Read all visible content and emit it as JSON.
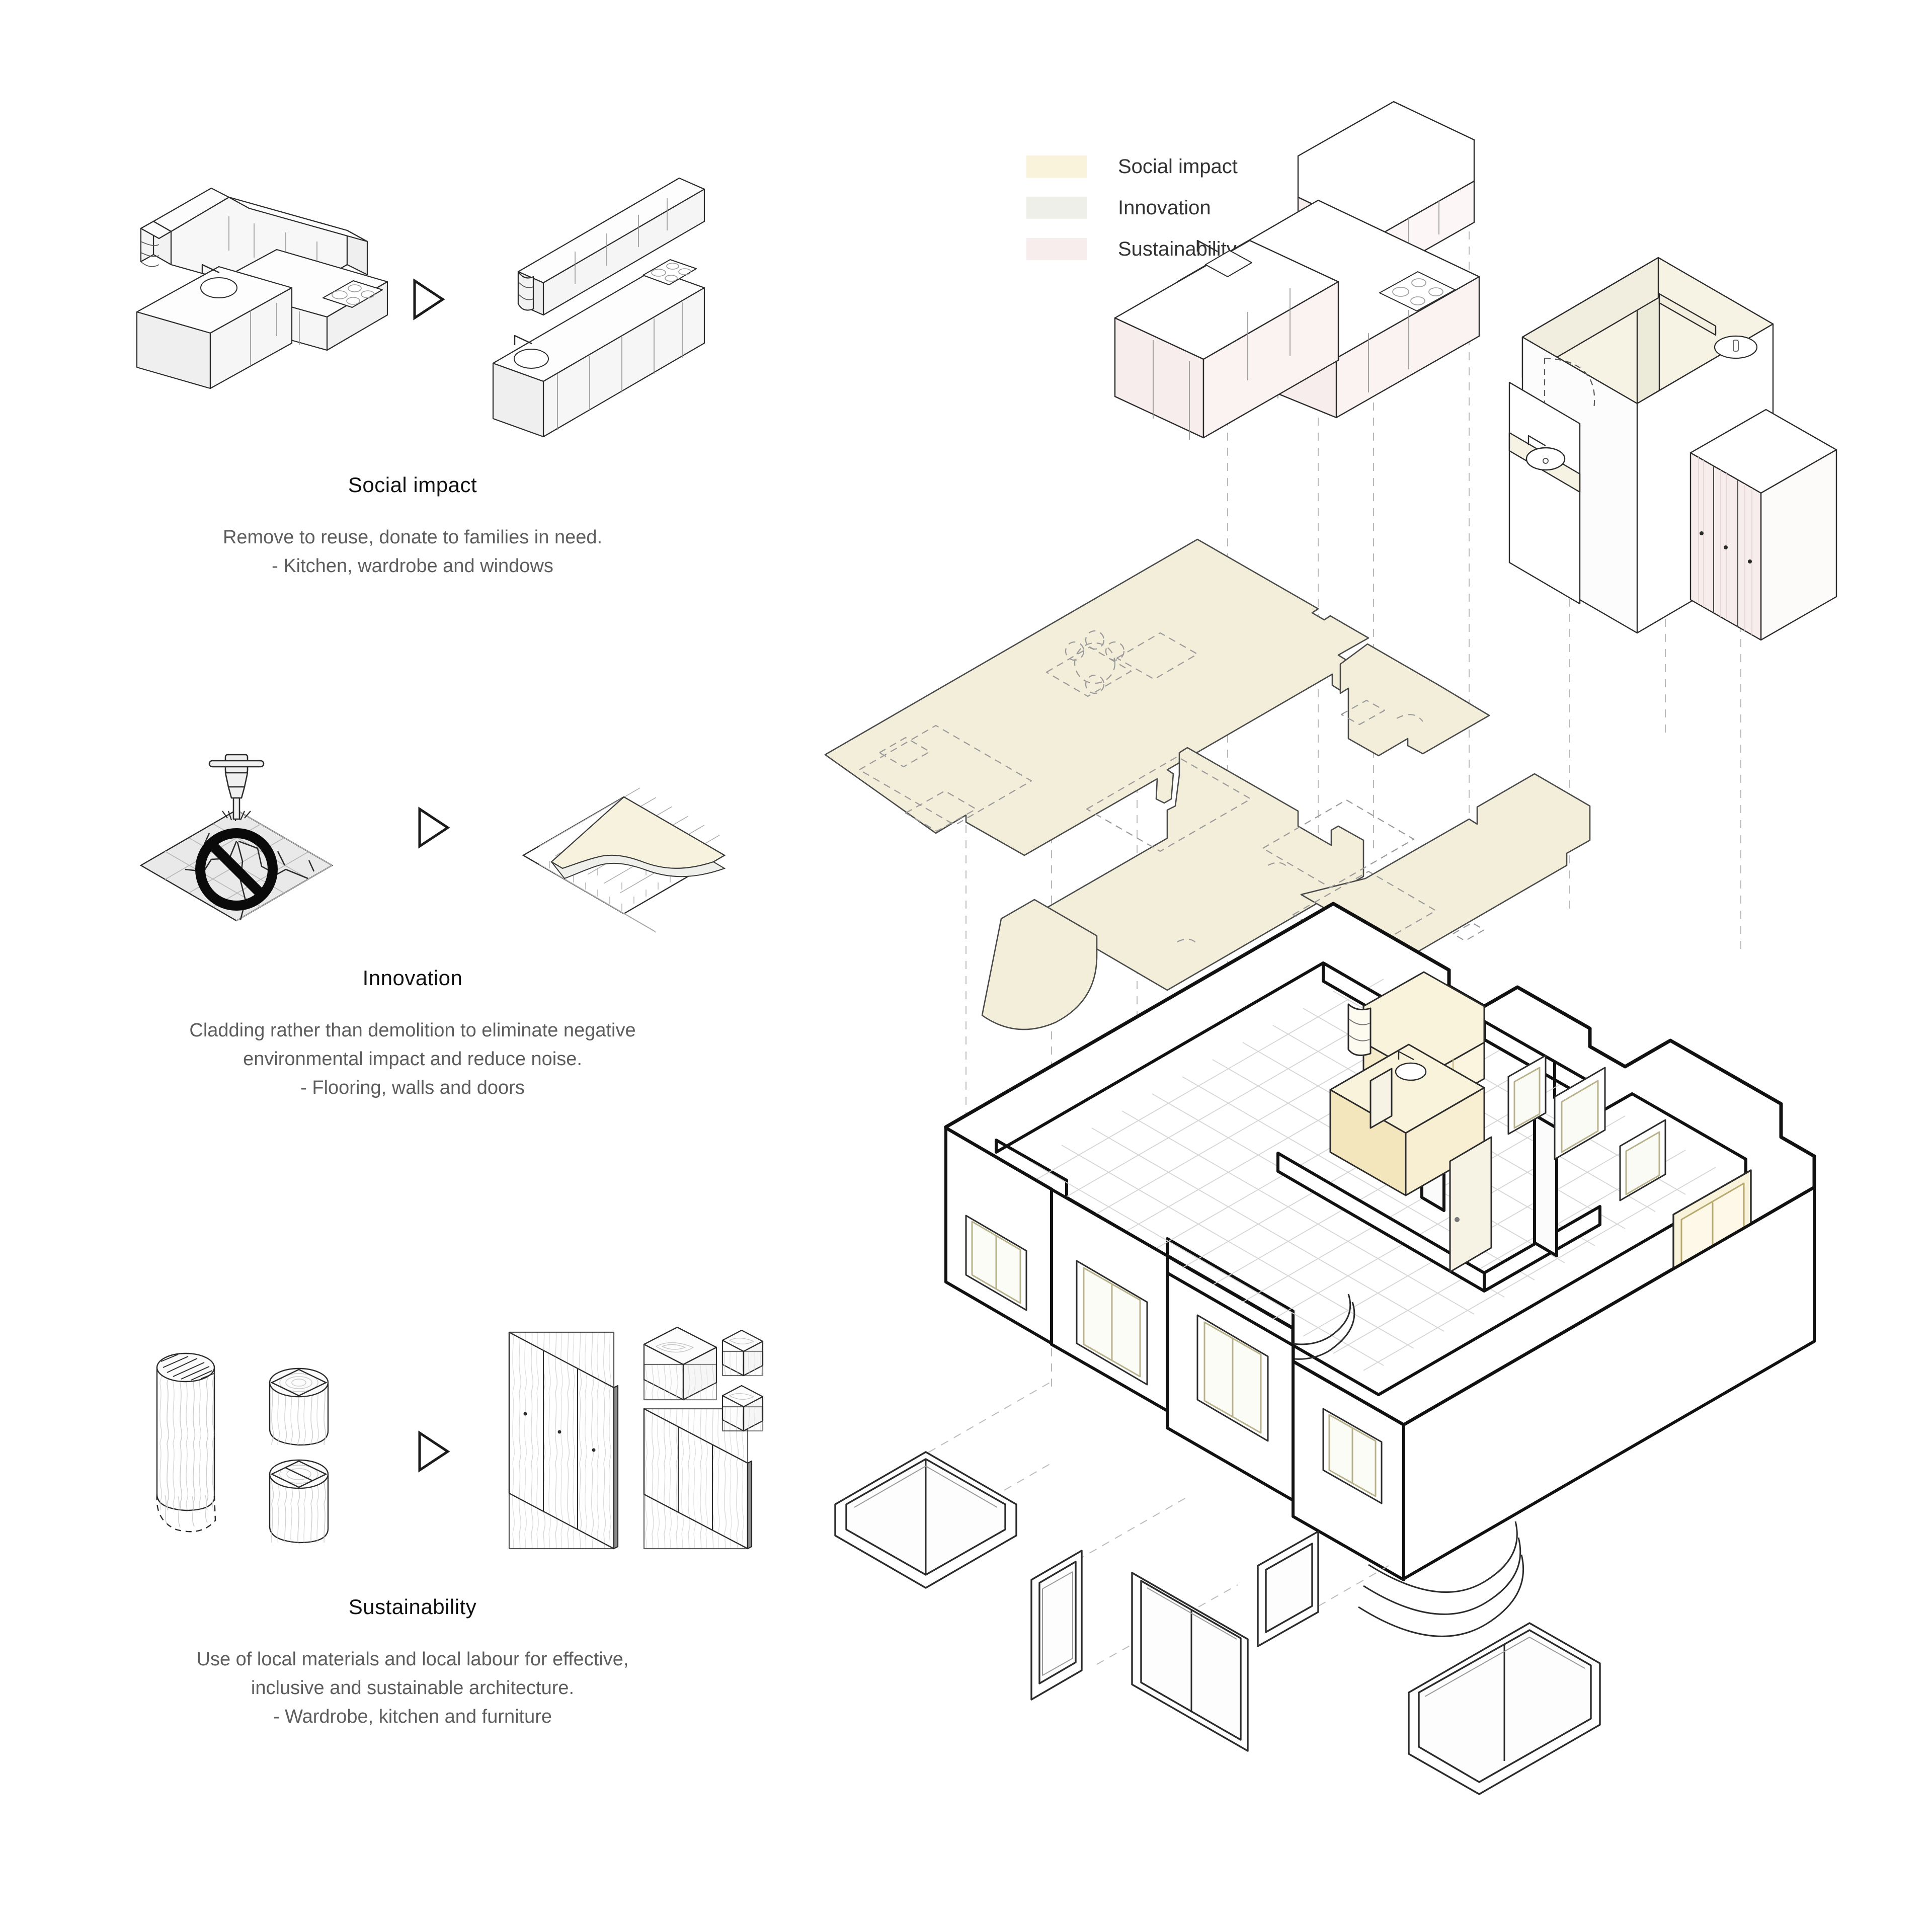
{
  "legend": {
    "title_hidden": "",
    "items": [
      {
        "label": "Social impact",
        "color": "#faf3dc"
      },
      {
        "label": "Innovation",
        "color": "#eeefe9"
      },
      {
        "label": "Sustainability",
        "color": "#f8eded"
      }
    ]
  },
  "strategies": [
    {
      "id": "social-impact",
      "title": "Social impact",
      "lines": [
        "Remove to reuse, donate to families in need.",
        "- Kitchen, wardrobe and windows"
      ],
      "before_icon": "l-shaped-kitchen-icon",
      "after_icon": "linear-kitchen-icon",
      "arrow_icon": "triangle-right-icon"
    },
    {
      "id": "innovation",
      "title": "Innovation",
      "lines": [
        "Cladding rather than demolition to eliminate negative",
        "environmental impact and reduce noise.",
        "- Flooring, walls and doors"
      ],
      "before_icon": "jackhammer-prohibited-icon",
      "after_icon": "floor-cladding-icon",
      "arrow_icon": "triangle-right-icon"
    },
    {
      "id": "sustainability",
      "title": "Sustainability",
      "lines": [
        "Use of local materials and local labour for effective,",
        "inclusive and sustainable architecture.",
        "- Wardrobe, kitchen and furniture"
      ],
      "before_icon": "timber-logs-icon",
      "after_icon": "timber-panels-blocks-icon",
      "arrow_icon": "triangle-right-icon"
    }
  ],
  "axonometric": {
    "name": "exploded-axonometric-apartment",
    "layers": [
      {
        "name": "kitchen-module",
        "tint": "#f8eded"
      },
      {
        "name": "bathroom-module",
        "tint": "#f6f3e4"
      },
      {
        "name": "wardrobe-module",
        "tint": "#f8eded"
      },
      {
        "name": "floor-plate",
        "tint": "#f2eeda"
      },
      {
        "name": "apartment-shell",
        "tint": "#ffffff"
      },
      {
        "name": "window-set",
        "tint": "#ffffff"
      }
    ]
  },
  "colors": {
    "social": "#faf3dc",
    "innovation": "#eeefe9",
    "sustainability": "#f8eded",
    "line": "#262626",
    "line_light": "#9a9a9a",
    "dash": "#b4b4b4",
    "text": "#111111",
    "text_muted": "#5d5d5d"
  }
}
